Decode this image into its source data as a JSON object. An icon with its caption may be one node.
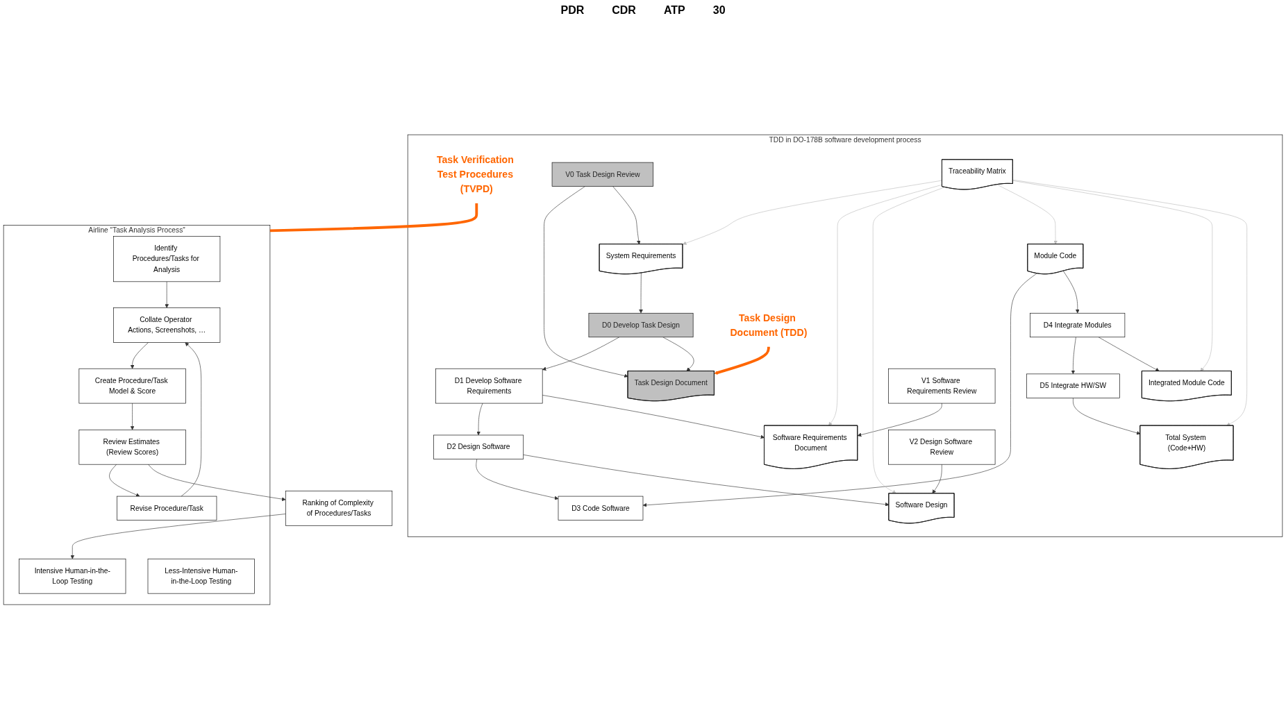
{
  "diagram": {
    "nodes": [
      {
        "text": [
          "TDD in DO-178B software development process"
        ]
      },
      {
        "text": [
          "D0 Develop Task Design"
        ],
        "in": 0
      },
      {
        "text": [
          "D1 Develop Software Requirements"
        ],
        "in": 0
      },
      {
        "text": [
          "D2 Design Software"
        ],
        "in": 0
      },
      {
        "text": [
          "D3 Code Software"
        ],
        "in": 0
      },
      {
        "text": [
          "D4 Integrate Modules"
        ],
        "in": 0
      },
      {
        "text": [
          "D5 Integrate HW/SW"
        ],
        "in": 0
      },
      {
        "text": [
          "Task Verification Test Procedures (TVPD)"
        ],
        "in": 0
      },
      {
        "text": [
          "System Requirements"
        ],
        "in": 0
      },
      {
        "text": [
          "Task Design Document"
        ],
        "in": 0
      },
      {
        "text": [
          "Software Requirements Document"
        ],
        "in": 0
      },
      {
        "text": [
          "Software Design"
        ],
        "in": 0
      },
      {
        "text": [
          "Module Code"
        ],
        "in": 0
      },
      {
        "text": [
          "Integrated Module Code"
        ],
        "in": 0
      },
      {
        "text": [
          "Total System (Code+HW)"
        ],
        "in": 0
      },
      {
        "text": [
          "V0 Task Design Review"
        ],
        "in": 0
      },
      {
        "text": [
          "V1 Software Requirements Review"
        ],
        "in": 0
      },
      {
        "text": [
          "V2 Design Software Review"
        ],
        "in": 0
      },
      {
        "text": [
          "Task Design Document (TDD)"
        ],
        "in": 0
      },
      {
        "text": [
          "Traceability Matrix"
        ],
        "in": 0
      },
      {
        "text": [
          "Airline “Task Analysis Process”"
        ]
      },
      {
        "text": [
          "Identify Procedures/Tasks for Analysis"
        ],
        "in": 20
      },
      {
        "text": [
          "Collate Operator Actions, Screenshots, …"
        ],
        "in": 20
      },
      {
        "text": [
          "Create Procedure/Task Model & Score"
        ],
        "in": 20
      },
      {
        "text": [
          "Intensive Human-in-the-Loop Testing"
        ],
        "in": 20
      },
      {
        "text": [
          "Less-Intensive Human-in-the-Loop Testing"
        ],
        "in": 20
      },
      {
        "text": [
          "Revise Procedure/Task"
        ],
        "in": 20
      },
      {
        "text": [
          "Review Estimates (Review Scores)"
        ],
        "in": 20
      },
      {
        "text": [
          "Ranking of Complexity of Procedures/Tasks"
        ]
      }
    ],
    "edges": [
      {
        "from": 8,
        "to": 1,
        "arrow": "to"
      },
      {
        "from": 1,
        "to": 2,
        "arrow": "to"
      },
      {
        "from": 1,
        "to": 9,
        "arrow": "to"
      },
      {
        "from": 2,
        "to": 3,
        "arrow": "to"
      },
      {
        "from": 2,
        "to": 10,
        "arrow": "to"
      },
      {
        "from": 3,
        "to": 4,
        "arrow": "to"
      },
      {
        "from": 3,
        "to": 11,
        "arrow": "to"
      },
      {
        "from": 12,
        "to": 4,
        "arrow": "to"
      },
      {
        "from": 12,
        "to": 5,
        "arrow": "to"
      },
      {
        "from": 5,
        "to": 6,
        "arrow": "to"
      },
      {
        "from": 5,
        "to": 13,
        "arrow": "to"
      },
      {
        "from": 6,
        "to": 14,
        "arrow": "to"
      },
      {
        "from": 15,
        "to": 9,
        "arrow": "to"
      },
      {
        "from": 16,
        "to": 10,
        "arrow": "to"
      },
      {
        "from": 17,
        "to": 11,
        "arrow": "to"
      },
      {
        "from": 15,
        "to": 8,
        "arrow": "to"
      },
      {
        "from": 19,
        "to": 8,
        "arrow": "to",
        "color": "#bbbbbb"
      },
      {
        "from": 19,
        "to": 10,
        "arrow": "to",
        "color": "#bbbbbb"
      },
      {
        "from": 19,
        "to": 11,
        "arrow": "to",
        "color": "#bbbbbb"
      },
      {
        "from": 19,
        "to": 12,
        "arrow": "to",
        "color": "#bbbbbb"
      },
      {
        "from": 19,
        "to": 13,
        "arrow": "to",
        "color": "#bbbbbb"
      },
      {
        "from": 19,
        "to": 14,
        "arrow": "to",
        "color": "#bbbbbb"
      },
      {
        "from": 18,
        "to": 9,
        "arrow": "to",
        "style": "thick",
        "color": "#ff6600"
      },
      {
        "from": 7,
        "to": 20,
        "arrow": "none",
        "style": "thick",
        "color": "#ff6600"
      },
      {
        "from": 21,
        "to": 22,
        "arrow": "to"
      },
      {
        "from": 22,
        "to": 23,
        "arrow": "to"
      },
      {
        "from": 23,
        "to": 27,
        "arrow": "to"
      },
      {
        "from": 27,
        "to": 26,
        "arrow": "to"
      },
      {
        "from": 26,
        "to": 22,
        "arrow": "to"
      },
      {
        "from": 27,
        "to": 28,
        "arrow": "to"
      },
      {
        "from": 28,
        "to": 24,
        "arrow": "to"
      }
    ],
    "labels": [
      "PDR",
      "CDR",
      "ATP",
      "30"
    ]
  }
}
